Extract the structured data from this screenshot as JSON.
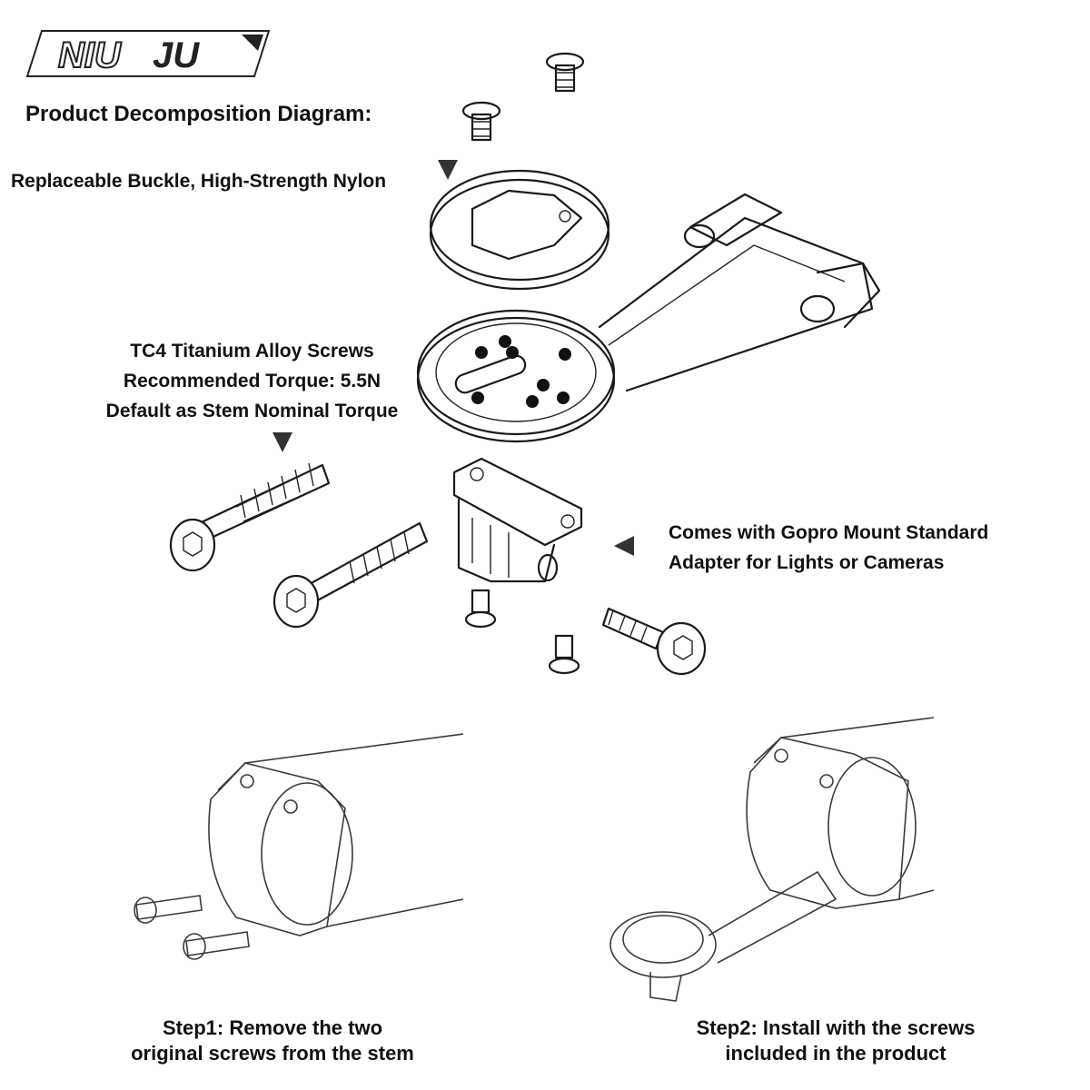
{
  "logo": {
    "text_niu": "NIU",
    "text_ju": "JU"
  },
  "title": "Product Decomposition Diagram:",
  "labels": {
    "buckle": "Replaceable Buckle, High-Strength Nylon",
    "screws": [
      "TC4 Titanium Alloy Screws",
      "Recommended Torque: 5.5N",
      "Default as Stem Nominal Torque"
    ],
    "gopro": [
      "Comes with Gopro Mount Standard",
      "Adapter for Lights or Cameras"
    ]
  },
  "steps": {
    "step1": [
      "Step1: Remove the two",
      "original screws from the stem"
    ],
    "step2": [
      "Step2: Install with the screws",
      "included in the product"
    ]
  },
  "colors": {
    "text": "#111111",
    "line": "#1a1a1a",
    "arrow": "#333333",
    "background": "#ffffff"
  },
  "icons": [
    "arrow-down-icon",
    "arrow-left-icon",
    "logo-mark"
  ]
}
